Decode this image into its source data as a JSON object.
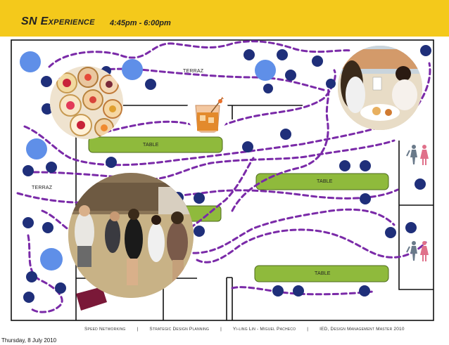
{
  "header": {
    "title": "SN Experience",
    "time": "4:45pm - 6:00pm"
  },
  "labels": {
    "terraz_top": "TERRAZ",
    "terraz_left": "TERRAZ",
    "table_1": "TABLE",
    "table_2": "TABLE",
    "table_3": "TABLE"
  },
  "footer": {
    "item1": "Speed Networking",
    "item2": "Strategic Design Planning",
    "item3": "Yi-ling Lin - Miguel Pacheco",
    "item4": "IED, Design Management Master 2010",
    "separator": "|"
  },
  "date": "Thursday, 8 July 2010",
  "colors": {
    "header_bg": "#f4c91b",
    "table_fill": "#8fba3c",
    "dot_dark": "#1f2f7a",
    "dot_light": "#5f8fe8",
    "path": "#7a2aa8",
    "rug": "#7a1838",
    "restroom_man": "#6a7a8a",
    "restroom_woman": "#e0708a"
  }
}
